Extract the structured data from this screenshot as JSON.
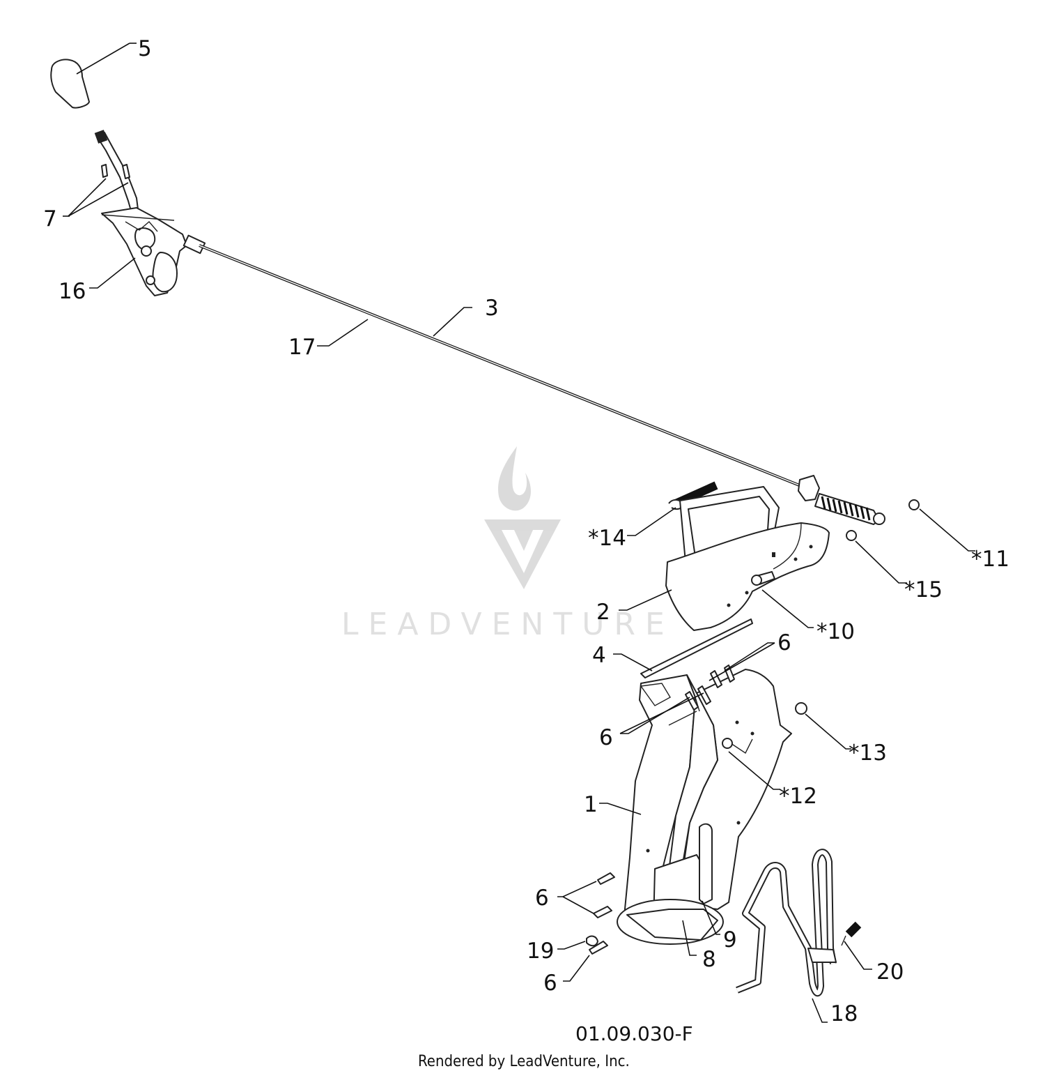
{
  "diagram": {
    "watermark": "LEADVENTURE",
    "drawing_code": "01.09.030-F",
    "rendered_by": "Rendered by LeadVenture, Inc.",
    "callouts": {
      "c5": "5",
      "c7": "7",
      "c16": "16",
      "c3": "3",
      "c17": "17",
      "c14": "*14",
      "c11": "*11",
      "c15": "*15",
      "c2": "2",
      "c10": "*10",
      "c4": "4",
      "c6a": "6",
      "c6b": "6",
      "c13": "*13",
      "c12": "*12",
      "c1": "1",
      "c6c": "6",
      "c19": "19",
      "c6d": "6",
      "c8": "8",
      "c9": "9",
      "c20": "20",
      "c18": "18"
    }
  }
}
